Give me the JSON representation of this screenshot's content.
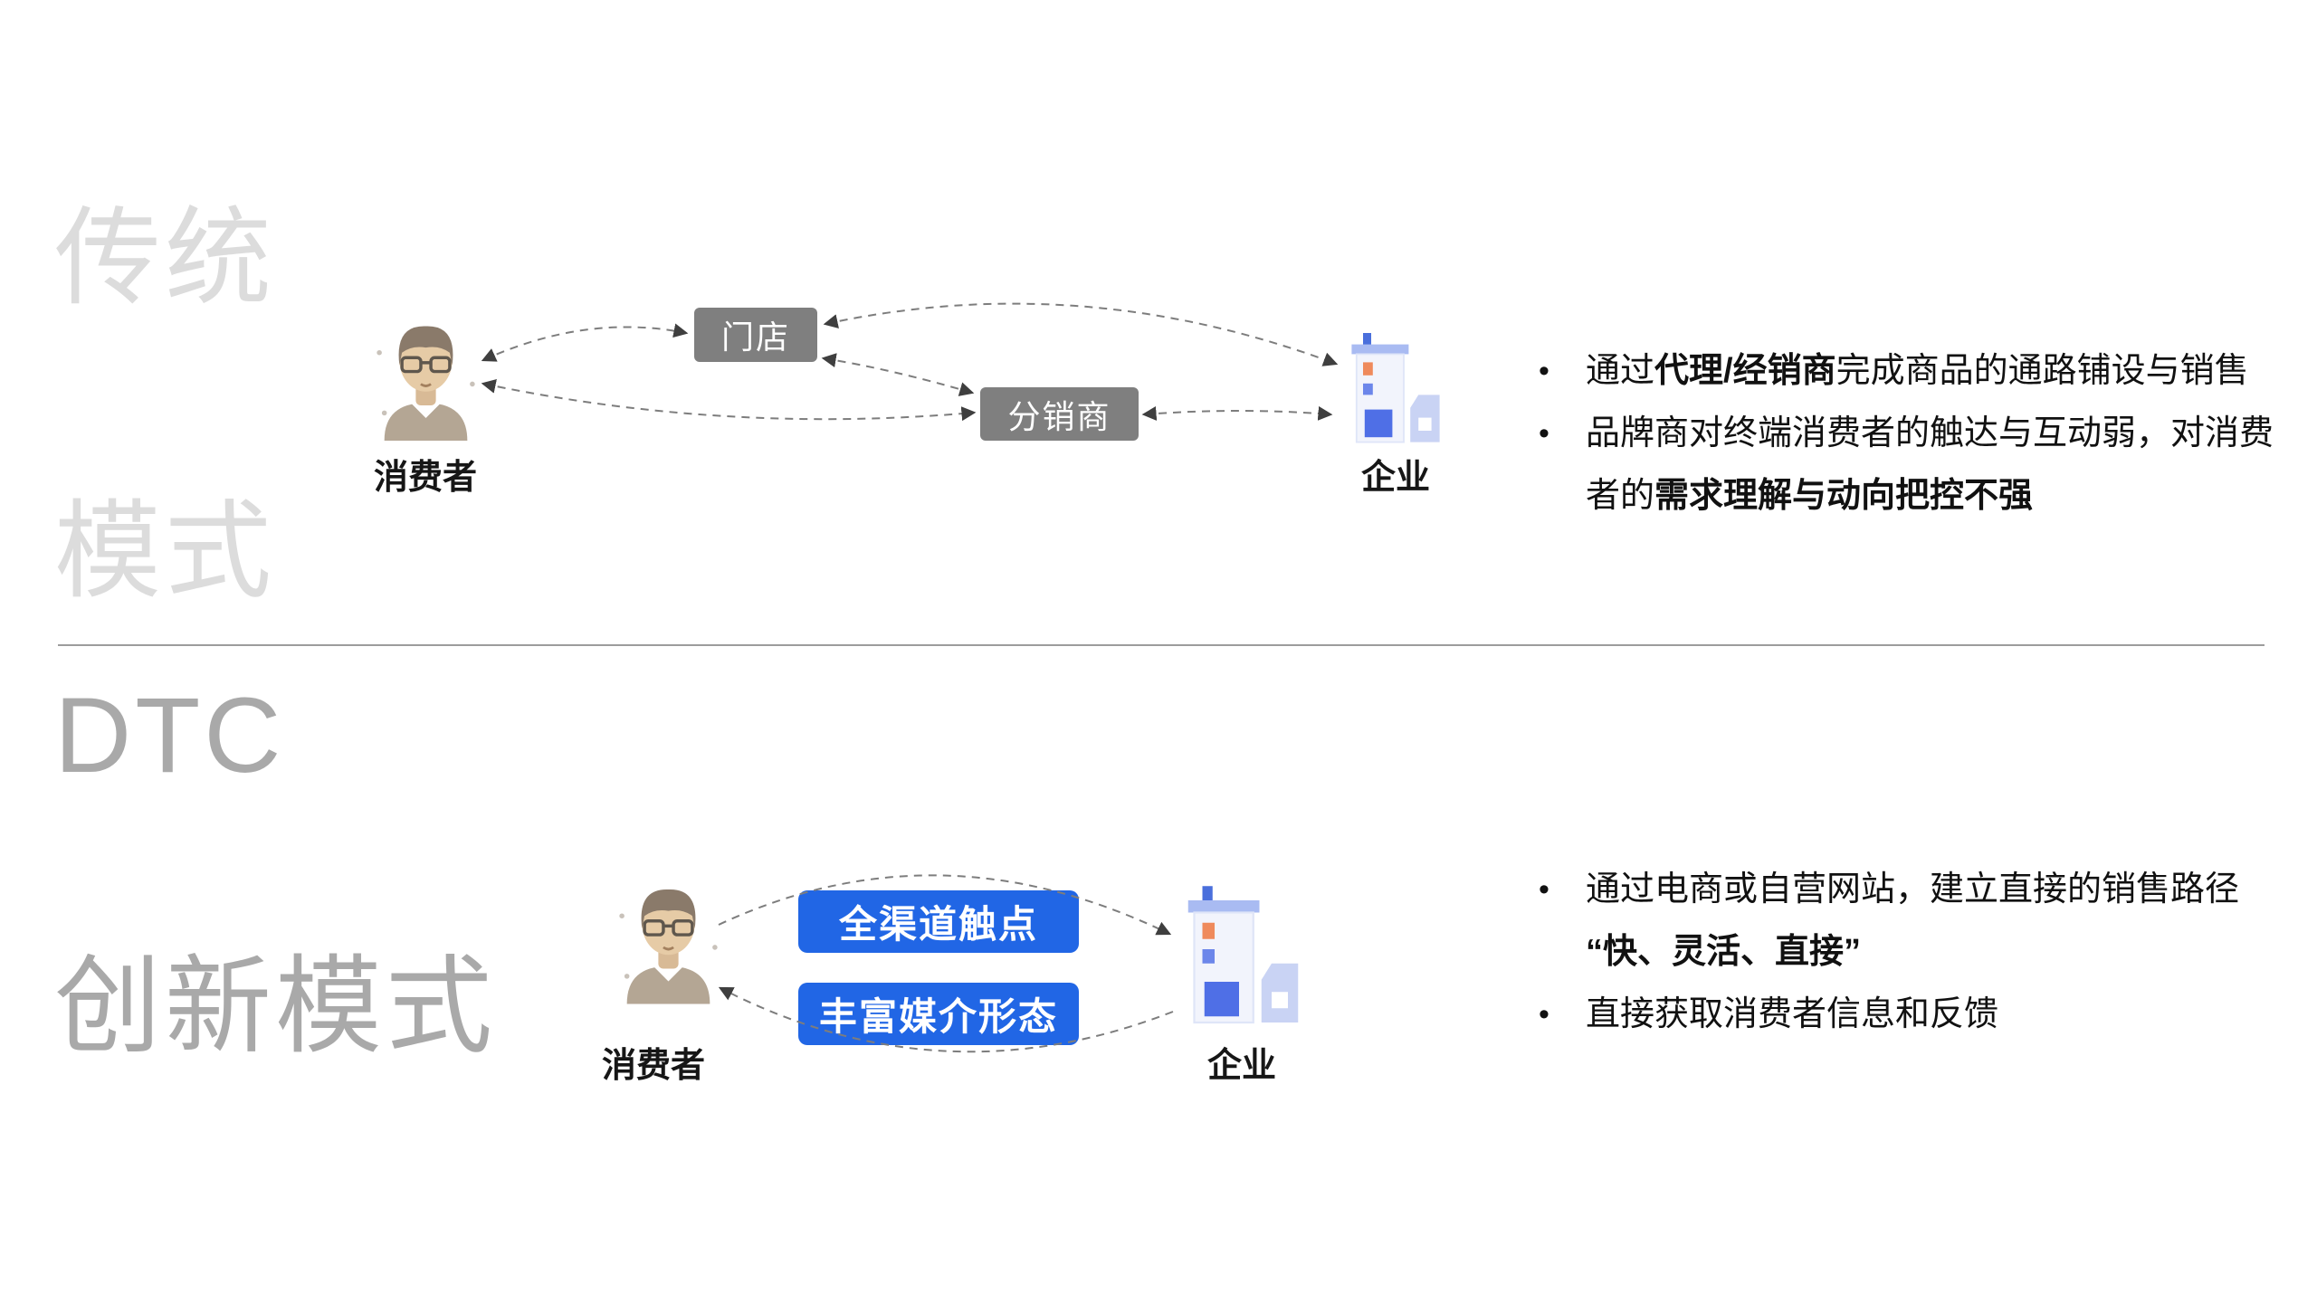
{
  "bullet_char": "•",
  "traditional": {
    "watermark": [
      "传统",
      "模式"
    ],
    "consumer_label": "消费者",
    "store_label": "门店",
    "distributor_label": "分销商",
    "enterprise_label": "企业",
    "bullet1": {
      "s0": "通过",
      "s1": "代理/经销商",
      "s2": "完成商品的通路铺设与销售"
    },
    "bullet2": {
      "s0": "品牌商对终端消费者的触达与互动弱，对消费者的",
      "s1": "需求理解与动向把控不强"
    }
  },
  "dtc": {
    "watermark": [
      "DTC",
      "创新模式"
    ],
    "consumer_label": "消费者",
    "touchpoint_button": "全渠道触点",
    "media_button": "丰富媒介形态",
    "enterprise_label": "企业",
    "bullet1": {
      "s0": "通过电商或自营网站，建立直接的销售路径",
      "s1": "“快、灵活、直接”"
    },
    "bullet2": {
      "s0": "直接获取消费者信息和反馈"
    }
  },
  "colors": {
    "accent_blue": "#2166E5",
    "box_gray": "#7F7F7F",
    "watermark_light": "#DCDCDC",
    "watermark_gray": "#A9A9A9",
    "arrow_gray": "#7D7D7D"
  }
}
